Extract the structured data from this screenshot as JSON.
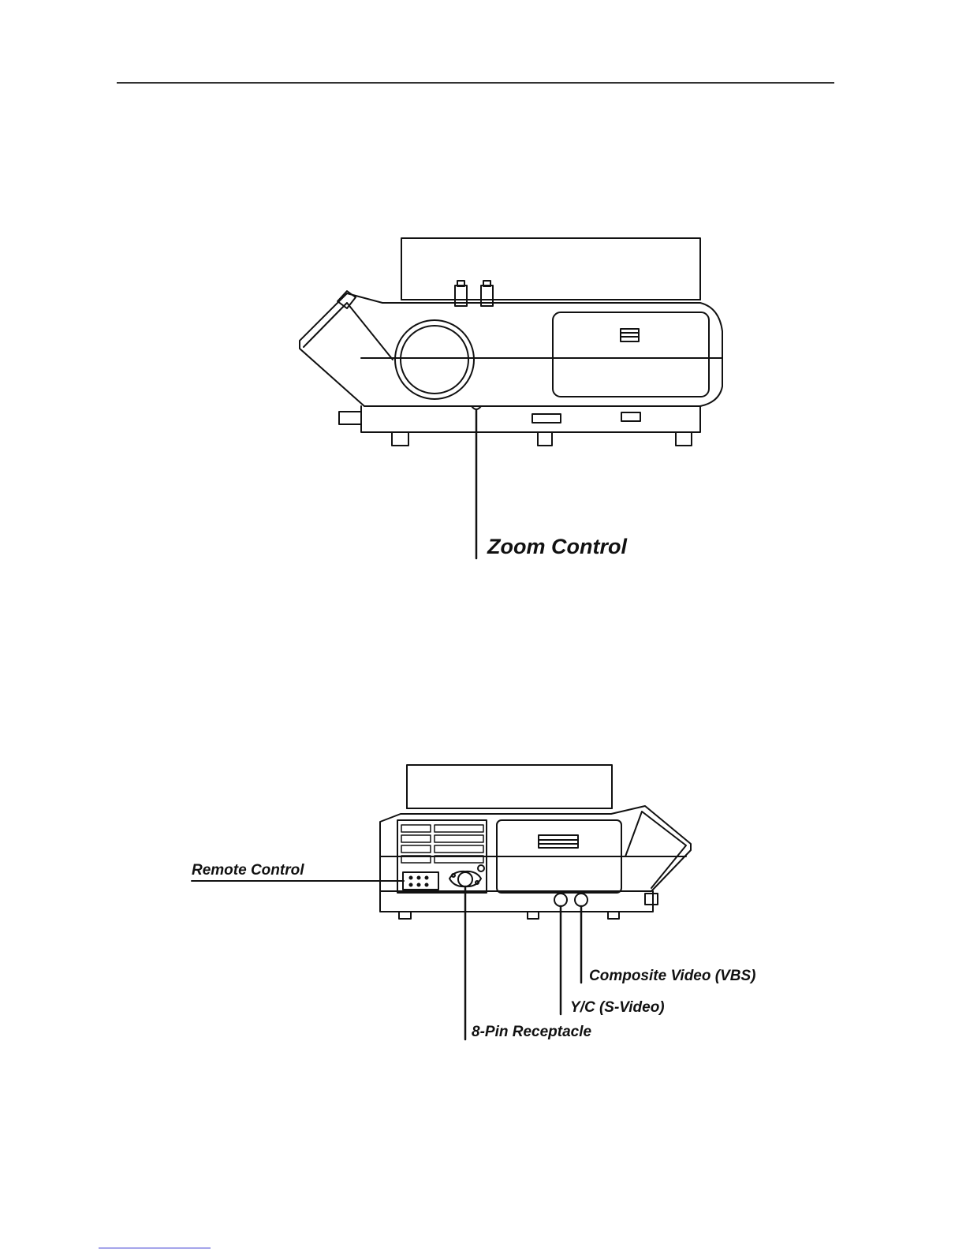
{
  "labels": {
    "zoom_control": "Zoom Control",
    "remote_control": "Remote Control",
    "composite_video": "Composite Video (VBS)",
    "yc_svideo": "Y/C (S-Video)",
    "eight_pin": "8-Pin Receptacle"
  },
  "colors": {
    "ink": "#111111",
    "paper": "#ffffff",
    "link_rule": "#2a2ad0"
  }
}
